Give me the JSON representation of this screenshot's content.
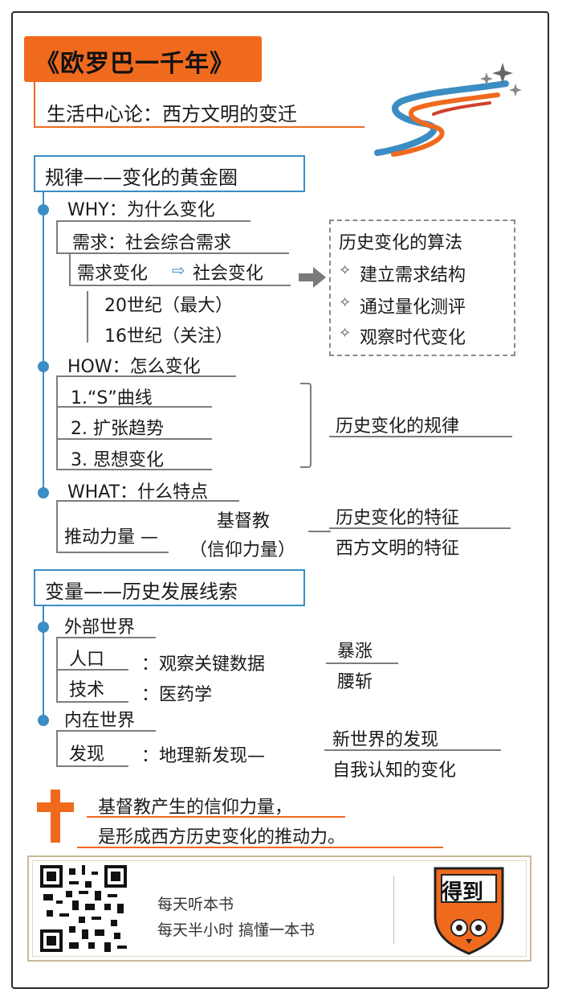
{
  "title": "《欧罗巴一千年》",
  "subtitle": "生活中心论：西方文明的变迁",
  "section1": {
    "title": "规律——变化的黄金圈",
    "why": {
      "label": "WHY：为什么变化",
      "demand": "需求：社会综合需求",
      "change_left": "需求变化",
      "change_right": "社会变化",
      "c20": "20世纪（最大）",
      "c16": "16世纪（关注）"
    },
    "algo": {
      "title": "历史变化的算法",
      "items": [
        "建立需求结构",
        "通过量化测评",
        "观察时代变化"
      ]
    },
    "how": {
      "label": "HOW：怎么变化",
      "items": [
        "1.“S”曲线",
        "2. 扩张趋势",
        "3. 思想变化"
      ],
      "result": "历史变化的规律"
    },
    "what": {
      "label": "WHAT：什么特点",
      "force": "推动力量 —",
      "christ_top": "基督教",
      "christ_bottom": "（信仰力量）",
      "feature1": "历史变化的特征",
      "feature2": "西方文明的特征"
    }
  },
  "section2": {
    "title": "变量——历史发展线索",
    "outer": {
      "label": "外部世界",
      "pop": "人口",
      "pop_desc": "：观察关键数据",
      "tech": "技术",
      "tech_desc": "：医药学",
      "boom": "暴涨",
      "cut": "腰斩"
    },
    "inner": {
      "label": "内在世界",
      "discover": "发现",
      "discover_desc": "：地理新发现—",
      "r1": "新世界的发现",
      "r2": "自我认知的变化"
    }
  },
  "conclusion": {
    "line1": "基督教产生的信仰力量，",
    "line2": "是形成西方历史变化的推动力。"
  },
  "footer": {
    "line1": "每天听本书",
    "line2": "每天半小时 搞懂一本书",
    "logo": "得到"
  },
  "colors": {
    "orange": "#f06a1e",
    "blue": "#3b8dc3",
    "red": "#d0402a"
  }
}
